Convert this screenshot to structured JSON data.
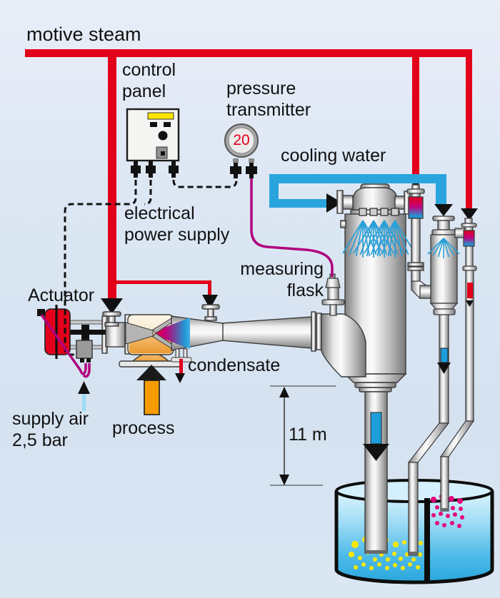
{
  "title": "steam jet vacuum system diagram",
  "labels": {
    "motive_steam": "motive steam",
    "control_panel": "control\npanel",
    "pressure_transmitter": "pressure\ntransmitter",
    "cooling_water": "cooling water",
    "electrical_power_supply": "electrical\npower supply",
    "measuring_flask": "measuring\nflask",
    "actuator": "Actuator",
    "condensate": "condensate",
    "supply_air": "supply air\n2,5 bar",
    "process": "process",
    "barometric_height": "11 m",
    "pressure_value": "20"
  },
  "colors": {
    "motive_steam_red": "#e3001a",
    "cooling_water_blue": "#2aa4dc",
    "signal_magenta": "#b0007d",
    "supply_air_cyan": "#9bdcf4",
    "process_orange": "#f59b00",
    "panel_display_yellow": "#ffe500",
    "water_blue": "#45bae9",
    "bubble_yellow": "#ffe800",
    "bubble_magenta": "#e5007d"
  },
  "bubbles": {
    "yellow": [
      [
        497,
        763,
        5
      ],
      [
        511,
        756,
        4
      ],
      [
        527,
        761,
        4
      ],
      [
        541,
        757,
        3
      ],
      [
        554,
        763,
        4
      ],
      [
        566,
        760,
        3
      ],
      [
        578,
        765,
        3
      ],
      [
        589,
        761,
        3
      ],
      [
        492,
        777,
        4
      ],
      [
        504,
        782,
        3
      ],
      [
        515,
        774,
        3
      ],
      [
        525,
        784,
        3
      ],
      [
        534,
        777,
        3
      ],
      [
        543,
        784,
        3
      ],
      [
        552,
        776,
        3
      ],
      [
        561,
        783,
        3
      ],
      [
        570,
        777,
        3
      ],
      [
        579,
        784,
        3
      ],
      [
        588,
        777,
        3
      ],
      [
        498,
        795,
        3
      ],
      [
        509,
        791,
        3
      ],
      [
        520,
        796,
        3
      ],
      [
        531,
        791,
        3
      ],
      [
        542,
        796,
        3
      ],
      [
        553,
        792,
        3
      ],
      [
        564,
        796,
        3
      ],
      [
        574,
        791,
        3
      ],
      [
        585,
        795,
        3
      ]
    ],
    "magenta": [
      [
        607,
        700,
        4
      ],
      [
        619,
        696,
        4
      ],
      [
        632,
        699,
        4
      ],
      [
        644,
        702,
        4
      ],
      [
        612,
        711,
        3
      ],
      [
        623,
        709,
        3
      ],
      [
        634,
        712,
        3
      ],
      [
        645,
        713,
        3
      ],
      [
        607,
        722,
        3
      ],
      [
        617,
        720,
        3
      ],
      [
        627,
        723,
        3
      ],
      [
        637,
        721,
        3
      ],
      [
        647,
        725,
        3
      ],
      [
        612,
        733,
        3
      ],
      [
        622,
        736,
        3
      ],
      [
        633,
        733,
        3
      ],
      [
        643,
        737,
        3
      ]
    ]
  }
}
